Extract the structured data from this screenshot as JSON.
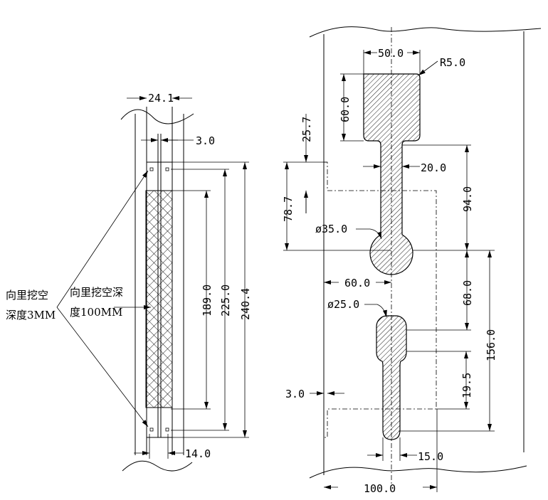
{
  "left_view": {
    "dim_top_width": "24.1",
    "dim_slot_width": "3.0",
    "dim_bottom": "14.0",
    "dim_189": "189.0",
    "dim_225": "225.0",
    "dim_240": "240.4",
    "note_shallow_line1": "向里挖空",
    "note_shallow_line2": "深度3MM",
    "note_deep_line1": "向里挖空深",
    "note_deep_line2": "度100MM"
  },
  "right_view": {
    "dim_head_width": "50.0",
    "dim_radius": "R5.0",
    "dim_head_height": "60.0",
    "dim_25_7": "25.7",
    "dim_neck": "20.0",
    "dim_78_7": "78.7",
    "dim_94": "94.0",
    "dim_ball_dia": "ø35.0",
    "dim_60": "60.0",
    "dim_68": "68.0",
    "dim_small_dia": "ø25.0",
    "dim_156": "156.0",
    "dim_19_5": "19.5",
    "dim_3": "3.0",
    "dim_15": "15.0",
    "dim_100": "100.0"
  }
}
